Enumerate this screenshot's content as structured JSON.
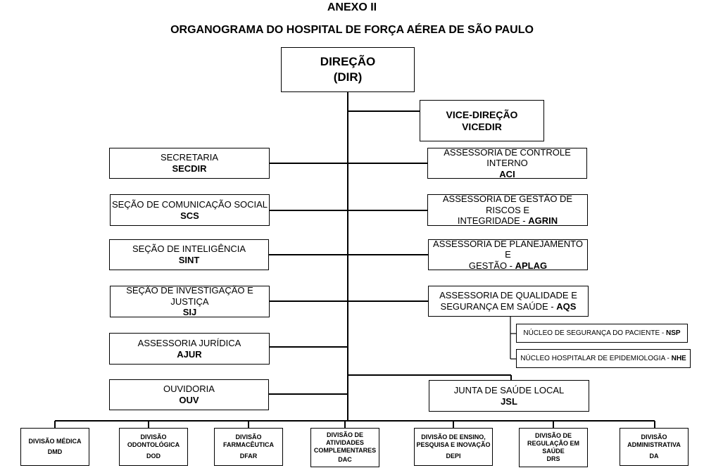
{
  "header": {
    "annex": "ANEXO II",
    "title": "ORGANOGRAMA DO HOSPITAL DE FORÇA AÉREA DE SÃO PAULO"
  },
  "direcao": {
    "name": "DIREÇÃO",
    "abbr": "(DIR)"
  },
  "vice": {
    "name": "VICE-DIREÇÃO",
    "abbr": "VICEDIR"
  },
  "left": [
    {
      "name": "SECRETARIA",
      "abbr": "SECDIR"
    },
    {
      "name": "SEÇÃO DE COMUNICAÇÃO SOCIAL",
      "abbr": "SCS"
    },
    {
      "name": "SEÇÃO DE INTELIGÊNCIA",
      "abbr": "SINT"
    },
    {
      "name": "SEÇÃO DE INVESTIGAÇÃO E JUSTIÇA",
      "abbr": "SIJ"
    },
    {
      "name": "ASSESSORIA JURÍDICA",
      "abbr": "AJUR"
    },
    {
      "name": "OUVIDORIA",
      "abbr": "OUV"
    }
  ],
  "right": [
    {
      "line1": "ASSESSORIA DE CONTROLE INTERNO",
      "line2": "",
      "abbr": "ACI"
    },
    {
      "line1": "ASSESSORIA DE GESTÃO DE RISCOS E",
      "line2": "INTEGRIDADE -",
      "abbr": "AGRIN"
    },
    {
      "line1": "ASSESSORIA DE PLANEJAMENTO E",
      "line2": "GESTÃO -",
      "abbr": "APLAG"
    },
    {
      "line1": "ASSESSORIA DE QUALIDADE E",
      "line2": "SEGURANÇA EM SAÚDE -",
      "abbr": "AQS"
    }
  ],
  "nucleos": [
    {
      "name": "NÚCLEO DE SEGURANÇA DO PACIENTE -",
      "abbr": "NSP"
    },
    {
      "name": "NÚCLEO HOSPITALAR DE EPIDEMIOLOGIA -",
      "abbr": "NHE"
    }
  ],
  "jsl": {
    "name": "JUNTA DE SAÚDE LOCAL",
    "abbr": "JSL"
  },
  "divisions": [
    {
      "l1": "DIVISÃO MÉDICA",
      "l2": "",
      "l3": "",
      "abbr": "DMD"
    },
    {
      "l1": "DIVISÃO",
      "l2": "ODONTOLÓGICA",
      "l3": "",
      "abbr": "DOD"
    },
    {
      "l1": "DIVISÃO",
      "l2": "FARMACÊUTICA",
      "l3": "",
      "abbr": "DFAR"
    },
    {
      "l1": "DIVISÃO DE",
      "l2": "ATIVIDADES",
      "l3": "COMPLEMENTARES",
      "abbr": "DAC"
    },
    {
      "l1": "DIVISÃO DE ENSINO,",
      "l2": "PESQUISA E INOVAÇÃO",
      "l3": "",
      "abbr": "DEPI"
    },
    {
      "l1": "DIVISÃO DE",
      "l2": "REGULAÇÃO EM",
      "l3": "SAÚDE",
      "abbr": "DRS"
    },
    {
      "l1": "DIVISÃO",
      "l2": "ADMINISTRATIVA",
      "l3": "",
      "abbr": "DA"
    }
  ]
}
